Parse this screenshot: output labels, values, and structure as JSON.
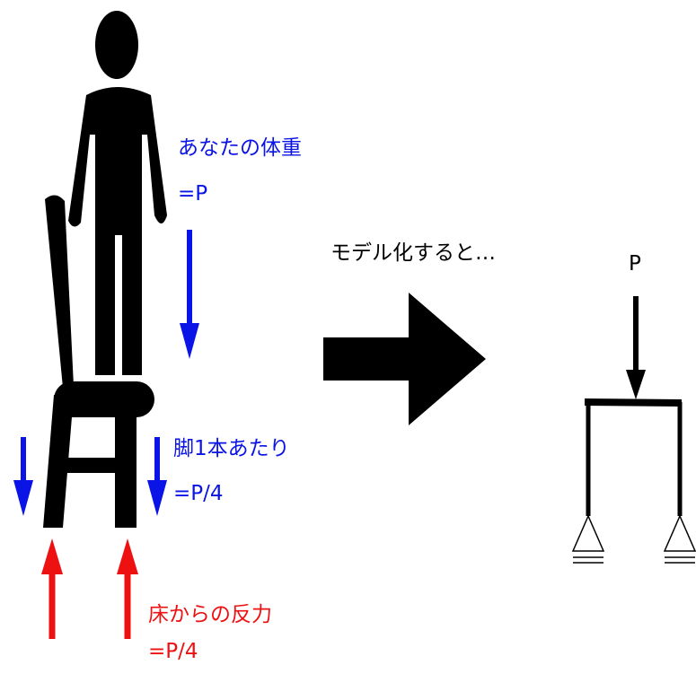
{
  "labels": {
    "body_weight": "あなたの体重",
    "body_weight_eq": "=P",
    "per_leg": "脚1本あたり",
    "per_leg_eq": "=P/4",
    "reaction": "床からの反力",
    "reaction_eq": "=P/4",
    "modeling": "モデル化すると…",
    "load_symbol": "P"
  },
  "colors": {
    "load": "#0a14e6",
    "reaction": "#ee1111",
    "structure": "#000000"
  },
  "icons": {
    "person": "person-silhouette-icon",
    "chair": "chair-icon",
    "transition": "big-right-arrow-icon",
    "support": "pin-support-icon"
  }
}
